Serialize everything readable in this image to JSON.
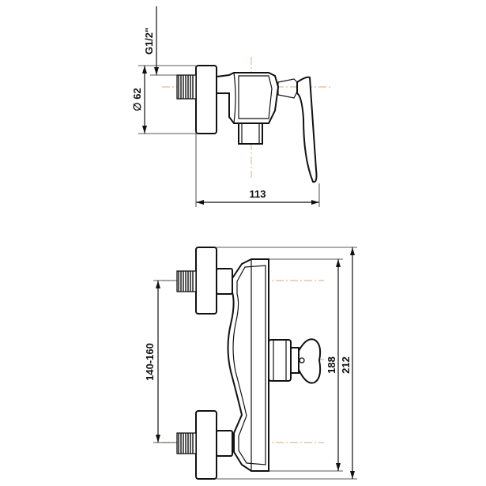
{
  "drawing": {
    "side_view": {
      "thread_label": "G1/2\"",
      "diameter_label": "∅ 62",
      "depth_label": "113"
    },
    "front_view": {
      "spacing_label": "140-160",
      "height_inner_label": "188",
      "height_outer_label": "212"
    },
    "colors": {
      "outline": "#111111",
      "centerline": "#d8a878",
      "background": "#ffffff"
    }
  }
}
